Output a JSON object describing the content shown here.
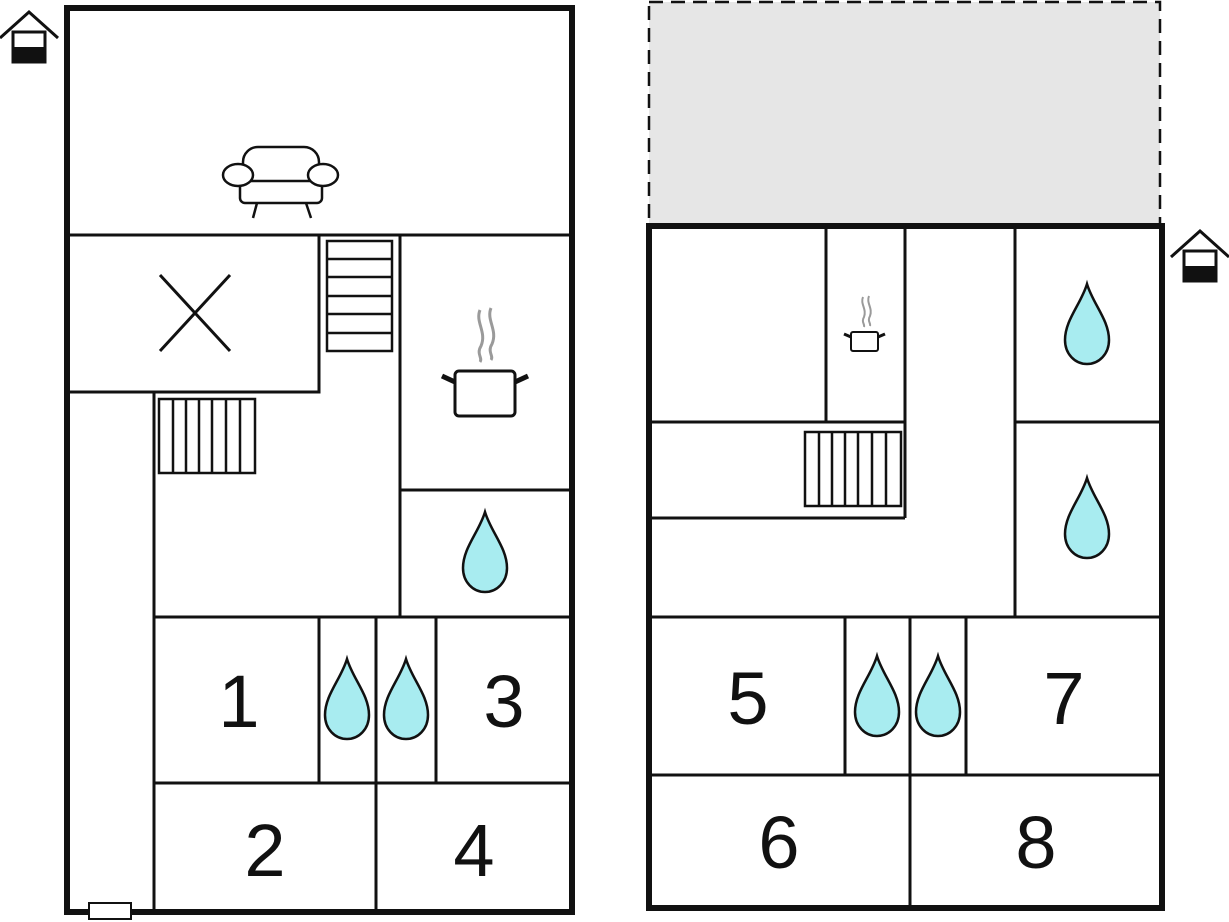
{
  "floors": [
    {
      "rooms": [
        {
          "number": "1"
        },
        {
          "number": "2"
        },
        {
          "number": "3"
        },
        {
          "number": "4"
        }
      ]
    },
    {
      "rooms": [
        {
          "number": "5"
        },
        {
          "number": "6"
        },
        {
          "number": "7"
        },
        {
          "number": "8"
        }
      ]
    }
  ],
  "icons": {
    "entrance": "house-entrance-icon",
    "living": "armchair-icon",
    "kitchen": "cooking-pot-icon",
    "bathroom": "water-drop-icon",
    "stairs": "staircase-icon",
    "void": "open-void-cross-icon"
  },
  "colors": {
    "wall": "#111111",
    "water": "#a8ecf0",
    "outdoor_area": "#e6e6e6",
    "steam": "#9a9a9a"
  }
}
